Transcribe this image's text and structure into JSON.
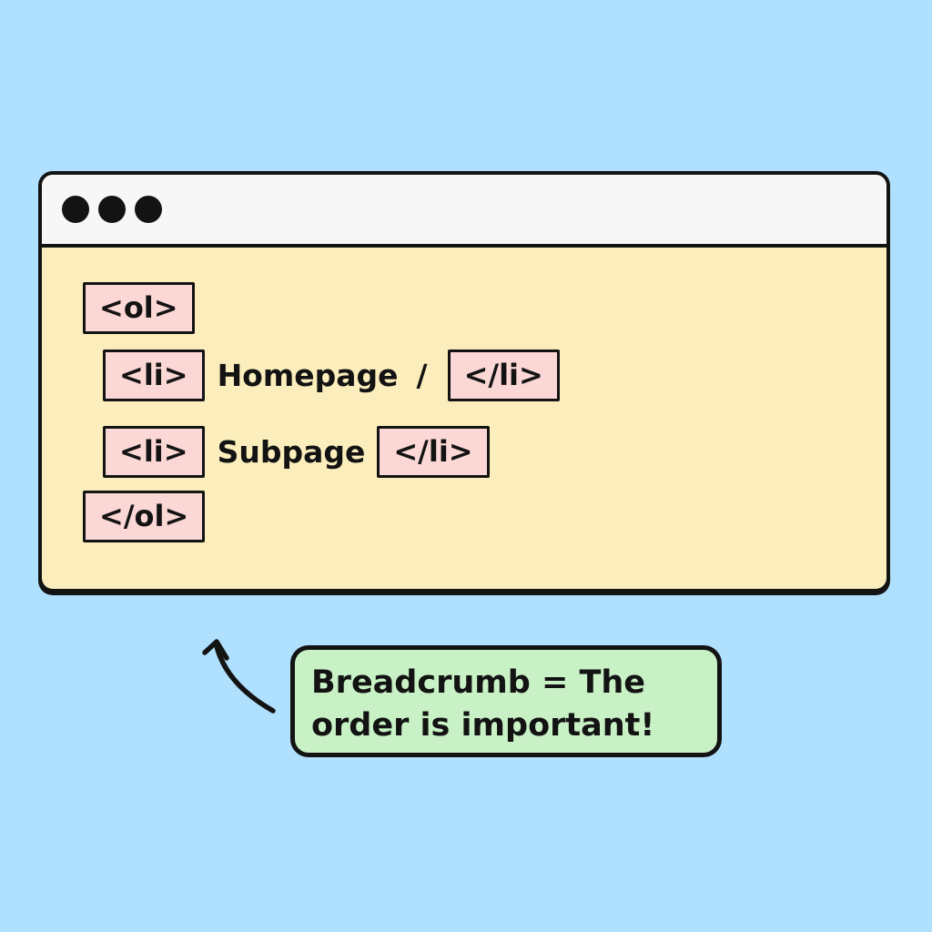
{
  "window": {
    "titlebar": {
      "dots_count": 3
    },
    "code_lines": [
      {
        "tokens": [
          {
            "t": "<ol>"
          }
        ]
      },
      {
        "tokens": [
          {
            "t": "<li>"
          },
          {
            "t": "Homepage"
          },
          {
            "t": "/"
          },
          {
            "t": "</li>"
          }
        ]
      },
      {
        "tokens": [
          {
            "t": "<li>"
          },
          {
            "t": "Subpage"
          },
          {
            "t": "</li>"
          }
        ]
      },
      {
        "tokens": [
          {
            "t": "</ol>"
          }
        ]
      }
    ]
  },
  "callout": {
    "lines": [
      "Breadcrumb = The",
      "order is important!"
    ]
  },
  "colors": {
    "background_blue": "#afe0fd",
    "window_body_yellow": "#fceebc",
    "titlebar_white": "#f7f7f7",
    "tag_box_pink": "#fbd7d5",
    "callout_green": "#c8f1c5",
    "outline_black": "#131313"
  }
}
